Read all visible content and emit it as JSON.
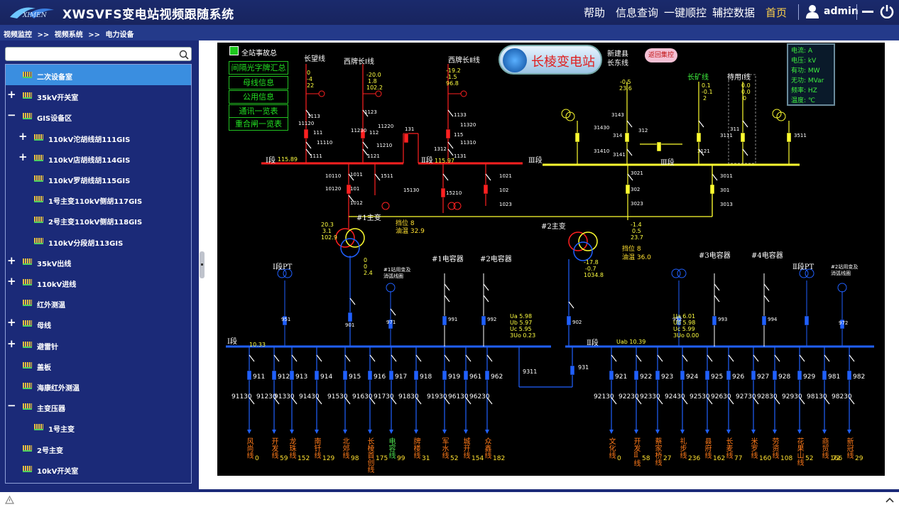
{
  "header": {
    "app_title": "XWSVFS变电站视频跟随系统",
    "nav": [
      "帮助",
      "信息查询",
      "一键顺控",
      "辅控数据",
      "首页"
    ],
    "user": "admin"
  },
  "breadcrumb": [
    "视频监控",
    ">>",
    "视频系统",
    ">>",
    "电力设备"
  ],
  "tree": [
    {
      "toggle": "",
      "label": "二次设备室",
      "selected": true
    },
    {
      "toggle": "+",
      "label": "35kV开关室"
    },
    {
      "toggle": "−",
      "label": "GIS设备区"
    },
    {
      "toggle": "+",
      "label": "110kV沱胡线胡111GIS"
    },
    {
      "toggle": "+",
      "label": "110kV店胡线胡114GIS"
    },
    {
      "toggle": "",
      "label": "110kV罗胡线胡115GIS"
    },
    {
      "toggle": "",
      "label": "1号主变110kV侧胡117GIS"
    },
    {
      "toggle": "",
      "label": "2号主变110kV侧胡118GIS"
    },
    {
      "toggle": "",
      "label": "110kV分段胡113GIS"
    },
    {
      "toggle": "+",
      "label": "35kV出线"
    },
    {
      "toggle": "+",
      "label": "110kV进线"
    },
    {
      "toggle": "",
      "label": "红外测温"
    },
    {
      "toggle": "+",
      "label": "母线"
    },
    {
      "toggle": "+",
      "label": "避雷针"
    },
    {
      "toggle": "",
      "label": "盖板"
    },
    {
      "toggle": "",
      "label": "海康红外测温"
    },
    {
      "toggle": "−",
      "label": "主变压器"
    },
    {
      "toggle": "",
      "label": "1号主变"
    },
    {
      "toggle": "",
      "label": "2号主变"
    },
    {
      "toggle": "",
      "label": "10kV开关室"
    }
  ],
  "diagram": {
    "station_title": "长棱变电站",
    "return_button": "返回集控",
    "all_station_event": "全站事故总",
    "menu_buttons": [
      "间隔光字牌汇总",
      "母线信息",
      "公用信息",
      "通讯一览表",
      "重合闸一览表"
    ],
    "legend": [
      "电流: A",
      "电压: kV",
      "有功: MW",
      "无功: MVar",
      "频率: HZ",
      "温度: ℃"
    ],
    "lines_110": [
      {
        "name": "长望线",
        "vals": [
          "0",
          "-4",
          "22"
        ]
      },
      {
        "name": "西牌长Ⅰ线",
        "vals": [
          "-20.0",
          "1.8",
          "102.2"
        ]
      },
      {
        "name": "西牌长Ⅱ线",
        "vals": [
          "-19.2",
          "-1.5",
          "96.8"
        ]
      },
      {
        "name": "新建县长东线",
        "vals": [
          "-0.5",
          "23.6"
        ]
      },
      {
        "name": "长矿线",
        "vals": [
          "0.1",
          "-0.1",
          "2"
        ]
      },
      {
        "name": "待用Ⅰ线",
        "vals": [
          "0.0",
          "0.0",
          "0"
        ]
      }
    ],
    "bus_110": [
      {
        "name": "Ⅰ段",
        "val": "115.89"
      },
      {
        "name": "Ⅱ段",
        "val": "115.97"
      },
      {
        "name": "Ⅲ段",
        "val": ""
      }
    ],
    "transformers": [
      {
        "name": "#1主变",
        "tap": "挡位 8",
        "oil": "油温 32.9",
        "hv": [
          "20.3",
          "3.1",
          "102.9"
        ],
        "lv": [
          "0",
          "0",
          "2.4"
        ]
      },
      {
        "name": "#2主变",
        "tap": "挡位 8",
        "oil": "油温 36.0",
        "hv": [
          "-1.4",
          "0.5",
          "23.7"
        ],
        "lv": [
          "-17.8",
          "-0.7",
          "1034.8"
        ]
      }
    ],
    "capacitors": [
      "#1电容器",
      "#2电容器",
      "#3电容器",
      "#4电容器"
    ],
    "pt": [
      "Ⅰ段PT",
      "Ⅱ段PT"
    ],
    "station_transformers": [
      "#1站用变及消弧线圈",
      "#2站用变及消弧线圈"
    ],
    "bus_10": [
      {
        "name": "Ⅰ段",
        "val": "10.33"
      },
      {
        "name": "Ⅱ段",
        "val": "Uab 10.39"
      }
    ],
    "volt_I": [
      "Ua 5.98",
      "Ub 5.97",
      "Uc 5.95",
      "3Uo 0.23"
    ],
    "volt_II": [
      "Ua 6.01",
      "Ub 5.98",
      "Uc 5.99",
      "3Uo 0.00"
    ],
    "feeders_I": [
      {
        "switch": "911",
        "code": "91130",
        "name": "风尚线",
        "val": "0"
      },
      {
        "switch": "912",
        "code": "91230",
        "name": "开发线",
        "val": "59"
      },
      {
        "switch": "913",
        "code": "91330",
        "name": "龙珠线",
        "val": "152"
      },
      {
        "switch": "914",
        "code": "91430",
        "name": "南钎线",
        "val": "129"
      },
      {
        "switch": "915",
        "code": "91530",
        "name": "北郊线",
        "val": "98"
      },
      {
        "switch": "916",
        "code": "91630",
        "name": "长棱首创线",
        "val": "175"
      },
      {
        "switch": "917",
        "code": "91730",
        "name": "电容线",
        "val": "99"
      },
      {
        "switch": "918",
        "code": "91830",
        "name": "牌楼线",
        "val": "31"
      },
      {
        "switch": "919",
        "code": "91930",
        "name": "军水线",
        "val": "52"
      },
      {
        "switch": "961",
        "code": "96130",
        "name": "城开线",
        "val": "154"
      },
      {
        "switch": "962",
        "code": "96230",
        "name": "众鑫线",
        "val": "182"
      }
    ],
    "feeders_II": [
      {
        "switch": "921",
        "code": "92130",
        "name": "文化线",
        "val": "0"
      },
      {
        "switch": "922",
        "code": "92230",
        "name": "开发Ⅱ线",
        "val": "58"
      },
      {
        "switch": "923",
        "code": "92330",
        "name": "蔡家桥线",
        "val": "27"
      },
      {
        "switch": "924",
        "code": "92430",
        "name": "礼步线",
        "val": "236"
      },
      {
        "switch": "925",
        "code": "92530",
        "name": "县府线",
        "val": "162"
      },
      {
        "switch": "926",
        "code": "92630",
        "name": "长麦线",
        "val": "77"
      },
      {
        "switch": "927",
        "code": "92730",
        "name": "米罗线",
        "val": "160"
      },
      {
        "switch": "928",
        "code": "92830",
        "name": "劳资线",
        "val": "108"
      },
      {
        "switch": "929",
        "code": "92930",
        "name": "花果山线",
        "val": "52"
      },
      {
        "switch": "981",
        "code": "98130",
        "name": "商贸线",
        "val": "166"
      },
      {
        "switch": "982",
        "code": "98230",
        "name": "新冠线",
        "val": "29"
      }
    ],
    "feeder_extra": "72",
    "bus_tie": [
      "9311",
      "931"
    ],
    "switch_labels_110": [
      "1113",
      "11120",
      "111",
      "11110",
      "1111",
      "1123",
      "11230",
      "112",
      "11220",
      "11210",
      "1121",
      "131",
      "1312",
      "1133",
      "11320",
      "115",
      "11310",
      "1131",
      "3143",
      "31430",
      "314",
      "31410",
      "3141",
      "312",
      "3121",
      "3111",
      "311",
      "3511"
    ],
    "switch_labels_mid": [
      "1011",
      "10110",
      "10120",
      "101",
      "1012",
      "1511",
      "15130",
      "1021",
      "102",
      "1023",
      "15210",
      "3021",
      "302",
      "3023",
      "3011",
      "301",
      "3013"
    ]
  }
}
